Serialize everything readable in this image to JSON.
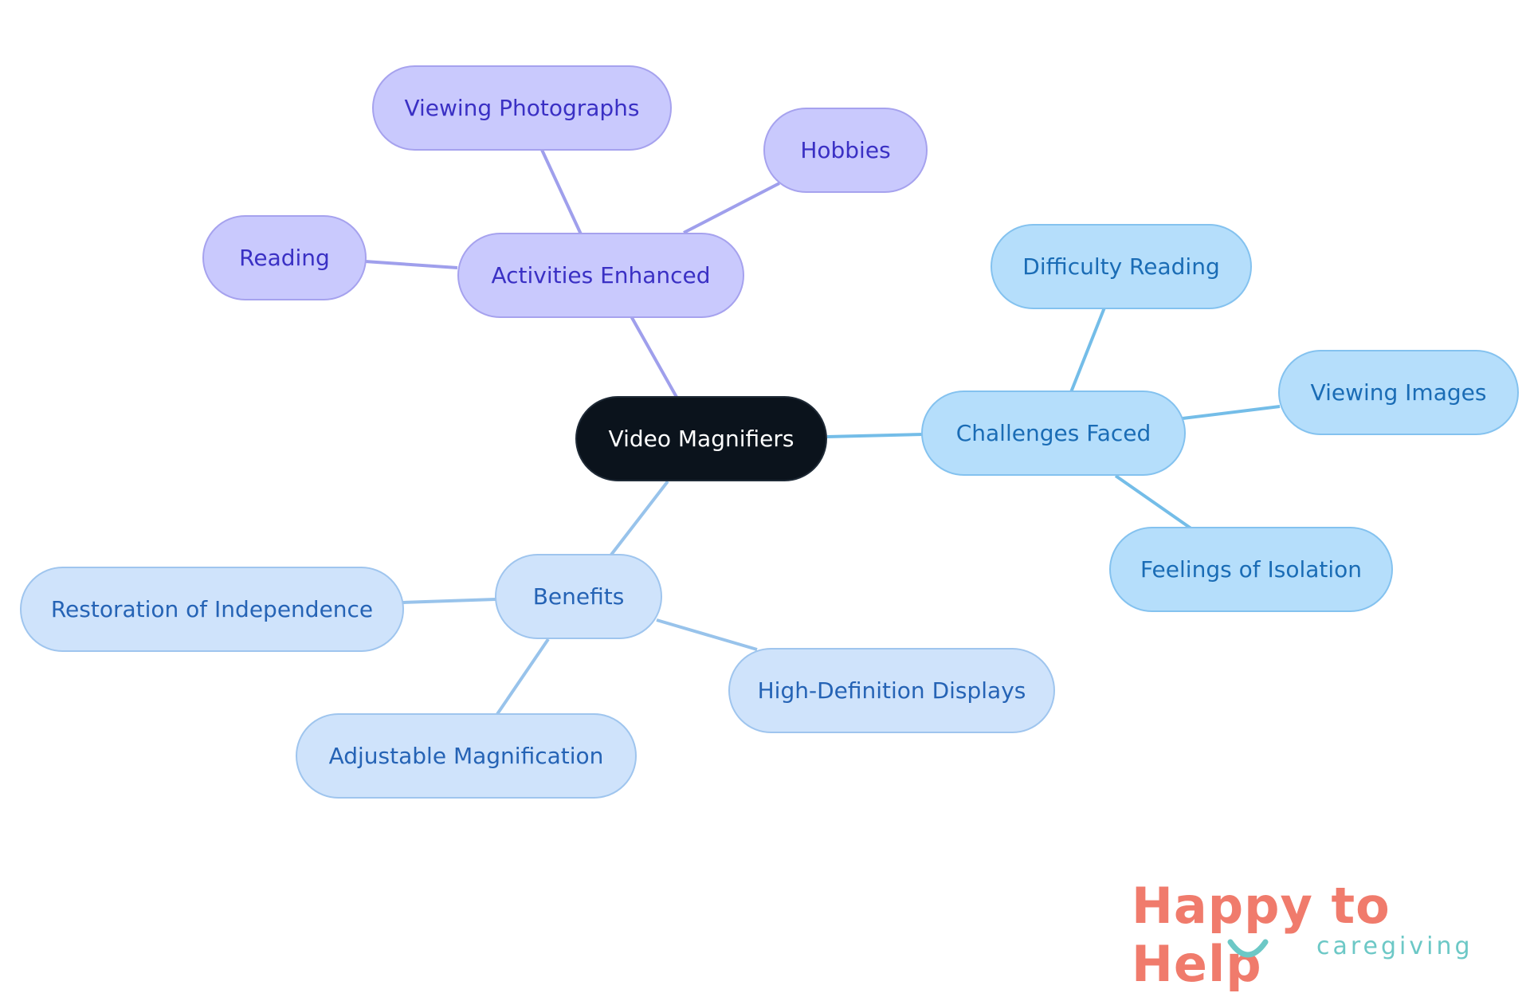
{
  "diagram": {
    "root": "Video Magnifiers",
    "branches": {
      "activities": {
        "label": "Activities Enhanced",
        "children": [
          "Viewing Photographs",
          "Hobbies",
          "Reading"
        ]
      },
      "challenges": {
        "label": "Challenges Faced",
        "children": [
          "Difficulty Reading",
          "Viewing Images",
          "Feelings of Isolation"
        ]
      },
      "benefits": {
        "label": "Benefits",
        "children": [
          "Restoration of Independence",
          "High-Definition Displays",
          "Adjustable Magnification"
        ]
      }
    }
  },
  "logo": {
    "main": "Happy to Help",
    "sub": "caregiving"
  },
  "colors": {
    "root_bg": "#0b131c",
    "purple_bg": "#c9c9fd",
    "purple_line": "#9f9fec",
    "blue_bg": "#b5defb",
    "blue_line": "#74bde8",
    "lightblue_bg": "#cfe3fb",
    "lightblue_line": "#98c3eb",
    "logo_coral": "#f07b6c",
    "logo_teal": "#6cc8c6"
  }
}
